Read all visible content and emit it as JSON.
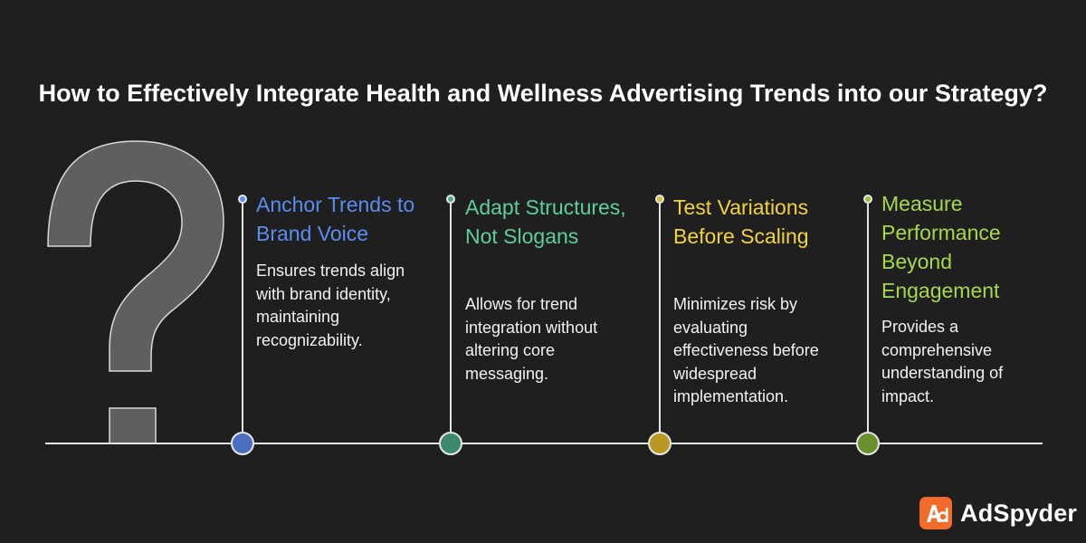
{
  "title": "How to Effectively Integrate Health and Wellness Advertising Trends into our Strategy?",
  "steps": [
    {
      "title": "Anchor Trends to Brand Voice",
      "description": "Ensures trends align with brand identity, maintaining recognizability.",
      "color": "#5b8def"
    },
    {
      "title": "Adapt Structures, Not Slogans",
      "description": "Allows for trend integration without altering core messaging.",
      "color": "#5ccf9a"
    },
    {
      "title": "Test Variations Before Scaling",
      "description": "Minimizes risk by evaluating effectiveness before widespread implementation.",
      "color": "#f2d43a"
    },
    {
      "title": "Measure Performance Beyond Engagement",
      "description": "Provides a comprehensive understanding of impact.",
      "color": "#a6d84a"
    }
  ],
  "icons": {
    "question_mark": "question-mark-icon",
    "logo": "adspyder-logo-icon"
  },
  "brand": {
    "name": "AdSpyder",
    "logo_color": "#f26b2a"
  }
}
